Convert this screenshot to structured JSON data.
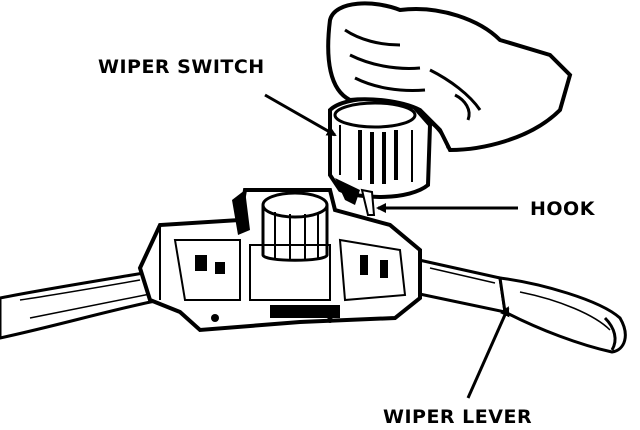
{
  "labels": {
    "wiper_switch": "WIPER SWITCH",
    "hook": "HOOK",
    "wiper_lever": "WIPER LEVER"
  },
  "colors": {
    "ink": "#000000",
    "paper": "#ffffff"
  }
}
